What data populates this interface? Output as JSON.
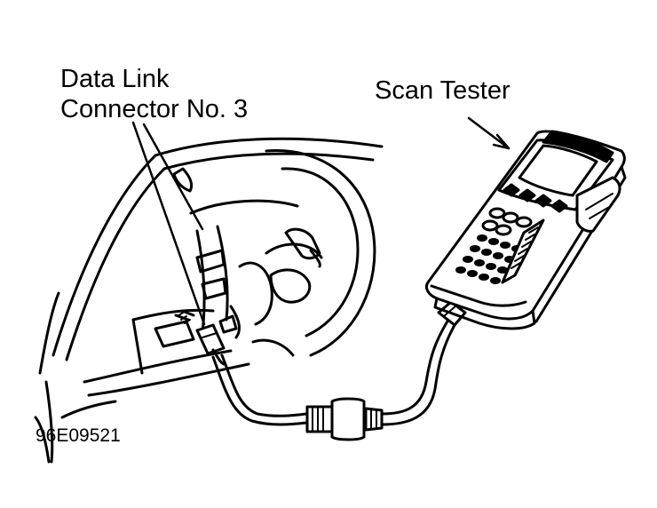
{
  "labels": {
    "dlc_line1": "Data Link",
    "dlc_line2": "Connector No. 3",
    "scan_tester": "Scan Tester",
    "figure_code": "96E09521"
  },
  "colors": {
    "ink": "#000000",
    "paper": "#ffffff"
  }
}
